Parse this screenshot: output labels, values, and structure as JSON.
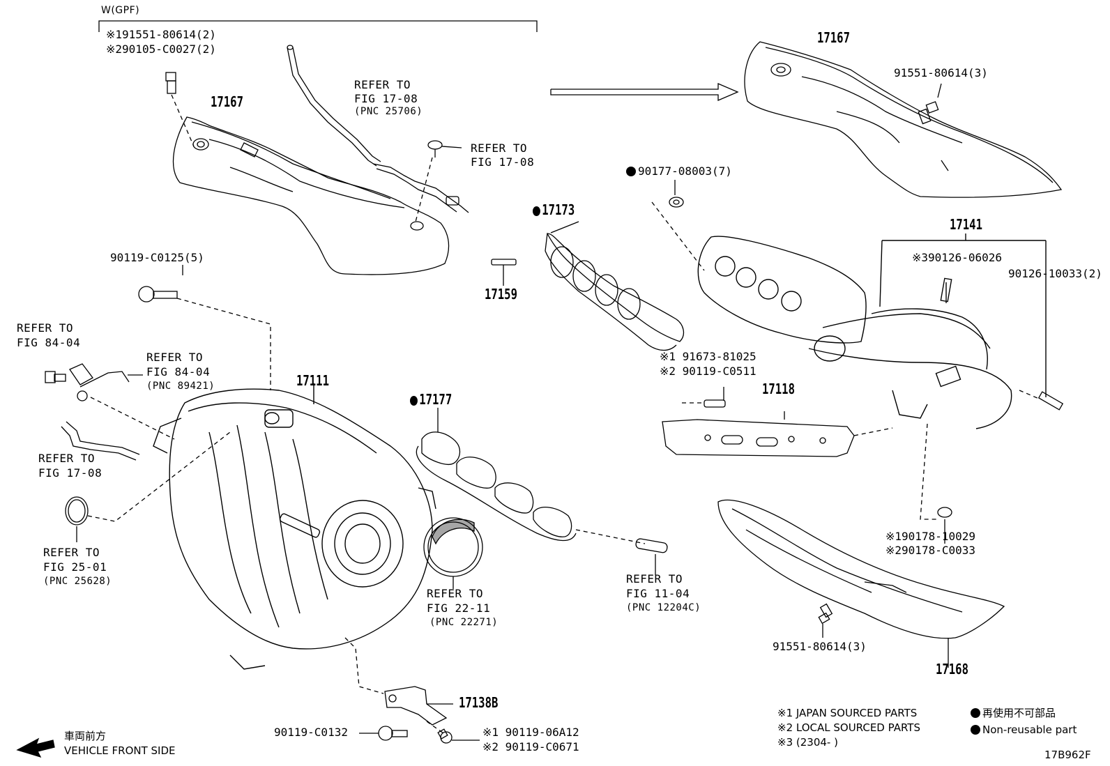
{
  "gpf_label": "W(GPF)",
  "gpf_parts": [
    "※191551-80614(2)",
    "※290105-C0027(2)"
  ],
  "callouts": {
    "p17167_left": "17167",
    "p17167_right": "17167",
    "p91551_top": "91551-80614(3)",
    "ref_17_08_a": [
      "REFER TO",
      "FIG 17-08",
      "(PNC 25706)"
    ],
    "ref_17_08_b": [
      "REFER TO",
      "FIG 17-08"
    ],
    "p90177": "90177-08003(7)",
    "p17173": "17173",
    "p17159": "17159",
    "p90119_c0125": "90119-C0125(5)",
    "ref_84_04_a": [
      "REFER TO",
      "FIG 84-04"
    ],
    "ref_84_04_b": [
      "REFER TO",
      "FIG 84-04",
      "(PNC 89421)"
    ],
    "p17111": "17111",
    "p17141": "17141",
    "p90126_06026": "※390126-06026",
    "p90126_10033": "90126-10033(2)",
    "p91673": [
      "※1 91673-81025",
      "※2 90119-C0511"
    ],
    "p17118": "17118",
    "p17177": "17177",
    "ref_17_08_c": [
      "REFER TO",
      "FIG 17-08"
    ],
    "ref_25_01": [
      "REFER TO",
      "FIG 25-01",
      "(PNC 25628)"
    ],
    "ref_22_11": [
      "REFER TO",
      "FIG 22-11",
      "(PNC 22271)"
    ],
    "ref_11_04": [
      "REFER TO",
      "FIG 11-04",
      "(PNC 12204C)"
    ],
    "p90178": [
      "※190178-10029",
      "※290178-C0033"
    ],
    "p91551_bottom": "91551-80614(3)",
    "p17168": "17168",
    "p17138b": "17138B",
    "p90119_c0132": "90119-C0132",
    "p90119_06a12": [
      "※1 90119-06A12",
      "※2 90119-C0671"
    ]
  },
  "front_side": [
    "車両前方",
    "VEHICLE FRONT SIDE"
  ],
  "legend": {
    "notes": [
      "※1 JAPAN SOURCED PARTS",
      "※2 LOCAL SOURCED PARTS",
      "※3 (2304-        )"
    ],
    "dot_jp": "再使用不可部品",
    "dot_en": "Non-reusable part"
  },
  "diagram_id": "17B962F"
}
